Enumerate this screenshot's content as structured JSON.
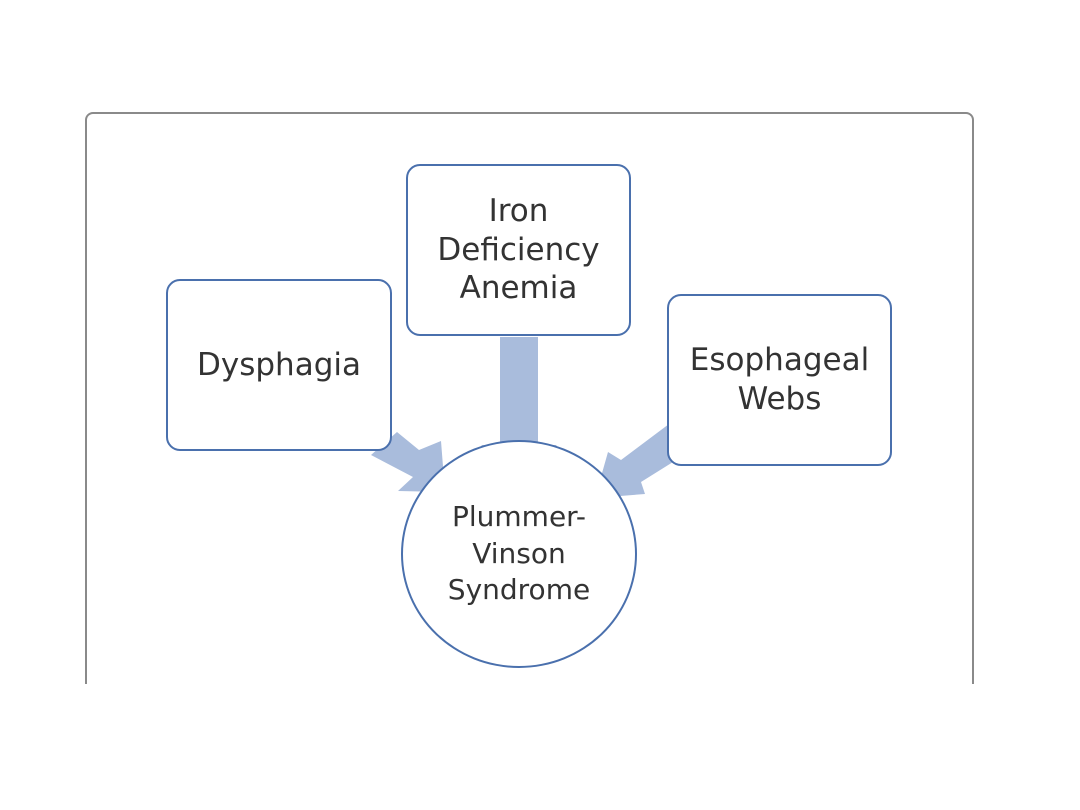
{
  "diagram": {
    "nodes": [
      {
        "id": "dysphagia",
        "label": "Dysphagia"
      },
      {
        "id": "iron",
        "label": "Iron\nDeficiency\nAnemia"
      },
      {
        "id": "webs",
        "label": "Esophageal\nWebs"
      },
      {
        "id": "pvs",
        "label": "Plummer-\nVinson\nSyndrome"
      }
    ],
    "edges": [
      {
        "from": "dysphagia",
        "to": "pvs"
      },
      {
        "from": "iron",
        "to": "pvs"
      },
      {
        "from": "webs",
        "to": "pvs"
      }
    ],
    "colors": {
      "node_border": "#4a70ad",
      "arrow_fill": "#a9bcdc",
      "frame_border": "#8a8a8a",
      "text": "#333333"
    }
  }
}
